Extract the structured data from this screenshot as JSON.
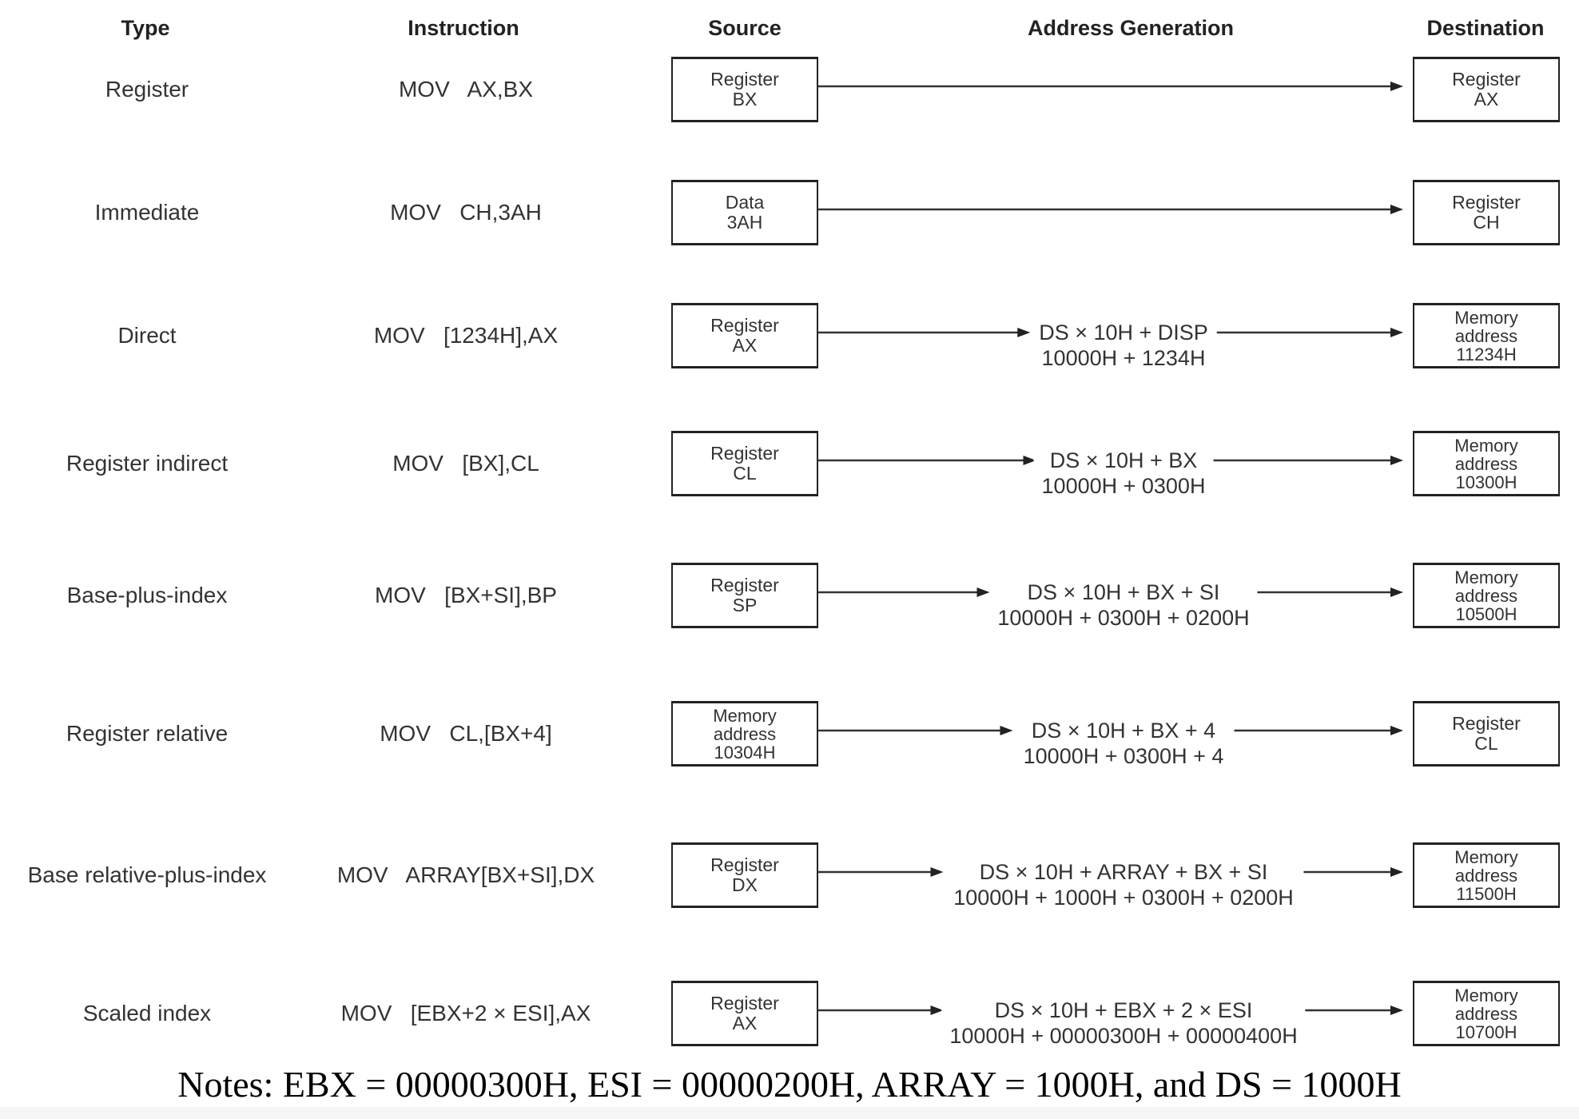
{
  "headers": {
    "type": "Type",
    "instruction": "Instruction",
    "source": "Source",
    "address_generation": "Address Generation",
    "destination": "Destination"
  },
  "rows": [
    {
      "type": "Register",
      "instruction": "MOV   AX,BX",
      "source": [
        "Register",
        "BX"
      ],
      "address": [],
      "destination": [
        "Register",
        "AX"
      ]
    },
    {
      "type": "Immediate",
      "instruction": "MOV   CH,3AH",
      "source": [
        "Data",
        "3AH"
      ],
      "address": [],
      "destination": [
        "Register",
        "CH"
      ]
    },
    {
      "type": "Direct",
      "instruction": "MOV   [1234H],AX",
      "source": [
        "Register",
        "AX"
      ],
      "address": [
        "DS × 10H + DISP",
        "10000H + 1234H"
      ],
      "destination": [
        "Memory",
        "address",
        "11234H"
      ]
    },
    {
      "type": "Register indirect",
      "instruction": "MOV   [BX],CL",
      "source": [
        "Register",
        "CL"
      ],
      "address": [
        "DS × 10H + BX",
        "10000H + 0300H"
      ],
      "destination": [
        "Memory",
        "address",
        "10300H"
      ]
    },
    {
      "type": "Base-plus-index",
      "instruction": "MOV   [BX+SI],BP",
      "source": [
        "Register",
        "SP"
      ],
      "address": [
        "DS × 10H + BX + SI",
        "10000H + 0300H + 0200H"
      ],
      "destination": [
        "Memory",
        "address",
        "10500H"
      ]
    },
    {
      "type": "Register relative",
      "instruction": "MOV   CL,[BX+4]",
      "source": [
        "Memory",
        "address",
        "10304H"
      ],
      "address": [
        "DS × 10H + BX + 4",
        "10000H + 0300H + 4"
      ],
      "destination": [
        "Register",
        "CL"
      ]
    },
    {
      "type": "Base relative-plus-index",
      "instruction": "MOV   ARRAY[BX+SI],DX",
      "source": [
        "Register",
        "DX"
      ],
      "address": [
        "DS × 10H + ARRAY + BX + SI",
        "10000H + 1000H + 0300H + 0200H"
      ],
      "destination": [
        "Memory",
        "address",
        "11500H"
      ]
    },
    {
      "type": "Scaled index",
      "instruction": "MOV   [EBX+2 × ESI],AX",
      "source": [
        "Register",
        "AX"
      ],
      "address": [
        "DS × 10H + EBX + 2 × ESI",
        "10000H + 00000300H + 00000400H"
      ],
      "destination": [
        "Memory",
        "address",
        "10700H"
      ]
    }
  ],
  "notes": "Notes: EBX = 00000300H, ESI = 00000200H, ARRAY = 1000H, and DS = 1000H"
}
